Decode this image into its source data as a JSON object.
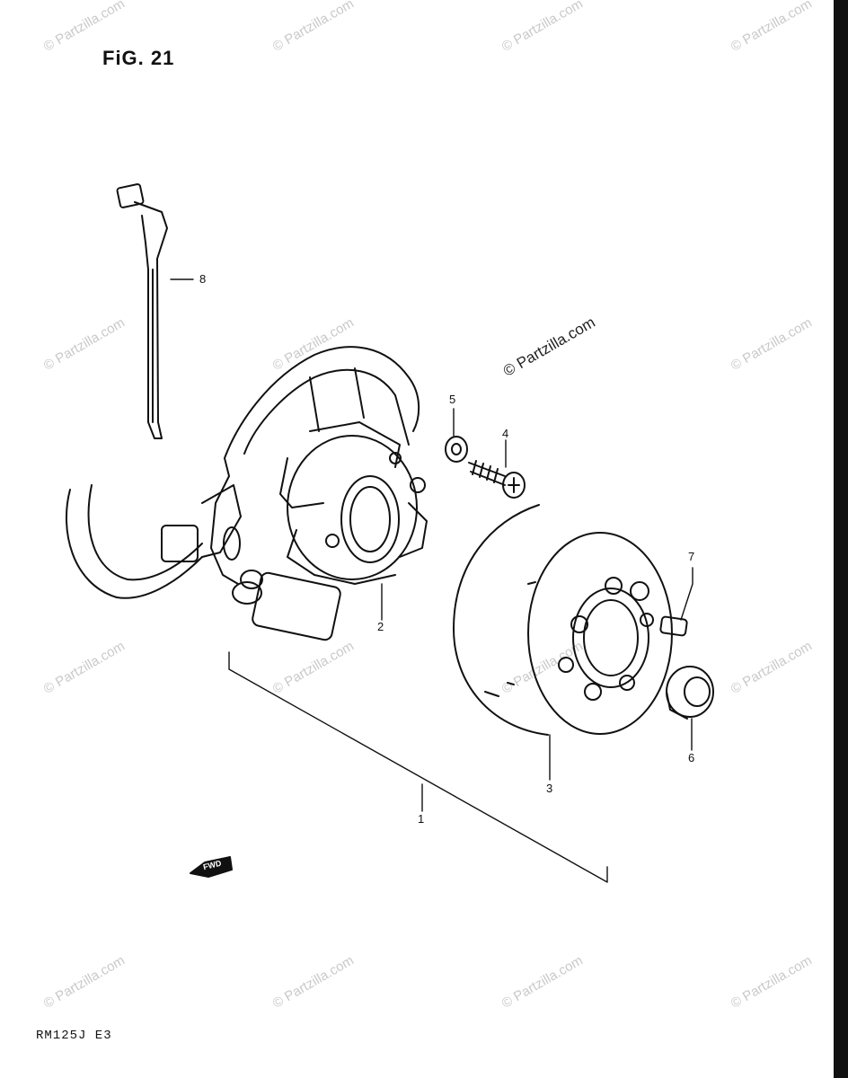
{
  "figure": {
    "title": "FiG. 21",
    "model": "RM125J  E3"
  },
  "callouts": [
    "8",
    "5",
    "4",
    "7",
    "2",
    "6",
    "3",
    "1"
  ],
  "watermark": {
    "text": "© Partzilla.com",
    "color": "#c9c9c9"
  },
  "fwd_marker": {
    "label": "FWD",
    "icon": "forward-arrow-icon"
  },
  "colors": {
    "ink": "#111111",
    "background": "#ffffff"
  }
}
